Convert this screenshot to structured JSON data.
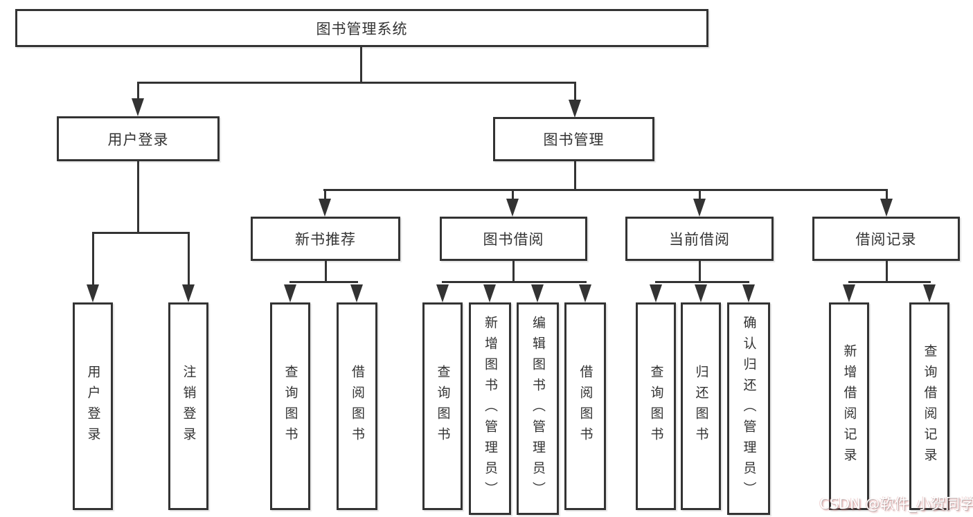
{
  "diagram": {
    "title": "图书管理系统",
    "colors": {
      "line": "#333333",
      "text": "#333333",
      "box_bg": "#ffffff"
    },
    "nodes": {
      "root": "图书管理系统",
      "user_login": "用户登录",
      "book_mgmt": "图书管理",
      "new_books": "新书推荐",
      "book_borrow": "图书借阅",
      "current_borrow": "当前借阅",
      "borrow_records": "借阅记录",
      "leaf_user_login": "用户登录",
      "leaf_logout": "注销登录",
      "leaf_nb_query": "查询图书",
      "leaf_nb_borrow": "借阅图书",
      "leaf_bb_query": "查询图书",
      "leaf_bb_add": "新增图书（管理员）",
      "leaf_bb_edit": "编辑图书（管理员）",
      "leaf_bb_borrow": "借阅图书",
      "leaf_cb_query": "查询图书",
      "leaf_cb_return": "归还图书",
      "leaf_cb_confirm": "确认归还（管理员）",
      "leaf_br_add": "新增借阅记录",
      "leaf_br_query": "查询借阅记录"
    },
    "edges": [
      "root->用户登录",
      "root->图书管理",
      "用户登录->用户登录",
      "用户登录->注销登录",
      "图书管理->新书推荐",
      "图书管理->图书借阅",
      "图书管理->当前借阅",
      "图书管理->借阅记录",
      "新书推荐->查询图书",
      "新书推荐->借阅图书",
      "图书借阅->查询图书",
      "图书借阅->新增图书（管理员）",
      "图书借阅->编辑图书（管理员）",
      "图书借阅->借阅图书",
      "当前借阅->查询图书",
      "当前借阅->归还图书",
      "当前借阅->确认归还（管理员）",
      "借阅记录->新增借阅记录",
      "借阅记录->查询借阅记录"
    ]
  },
  "watermark": {
    "text": "CSDN @软件_小贺同学"
  }
}
